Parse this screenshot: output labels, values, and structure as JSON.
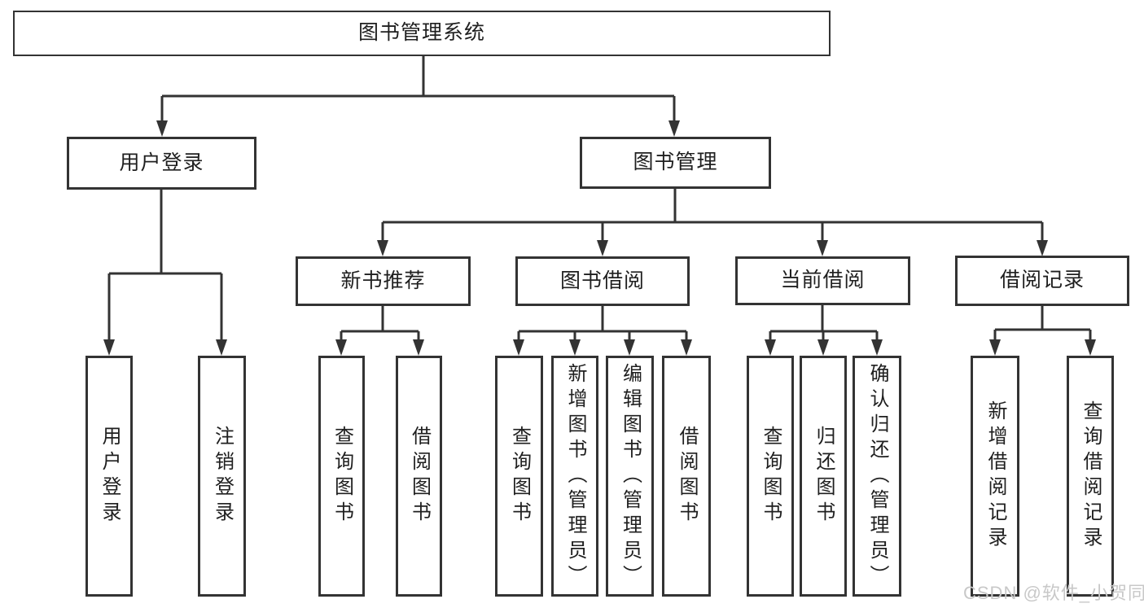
{
  "tree": {
    "root": {
      "label": "图书管理系统"
    },
    "children": [
      {
        "label": "用户登录",
        "children": [
          {
            "label": "用户登录"
          },
          {
            "label": "注销登录"
          }
        ]
      },
      {
        "label": "图书管理",
        "children": [
          {
            "label": "新书推荐",
            "children": [
              {
                "label": "查询图书"
              },
              {
                "label": "借阅图书"
              }
            ]
          },
          {
            "label": "图书借阅",
            "children": [
              {
                "label": "查询图书"
              },
              {
                "label": "新增图书（管理员）"
              },
              {
                "label": "编辑图书（管理员）"
              },
              {
                "label": "借阅图书"
              }
            ]
          },
          {
            "label": "当前借阅",
            "children": [
              {
                "label": "查询图书"
              },
              {
                "label": "归还图书"
              },
              {
                "label": "确认归还（管理员）"
              }
            ]
          },
          {
            "label": "借阅记录",
            "children": [
              {
                "label": "新增借阅记录"
              },
              {
                "label": "查询借阅记录"
              }
            ]
          }
        ]
      }
    ]
  },
  "watermark": {
    "text": "CSDN @软件_小贺同学"
  },
  "colors": {
    "line": "#333333",
    "text": "#1f1f1f",
    "watermark": "#c8c8c8",
    "bg": "#ffffff"
  }
}
